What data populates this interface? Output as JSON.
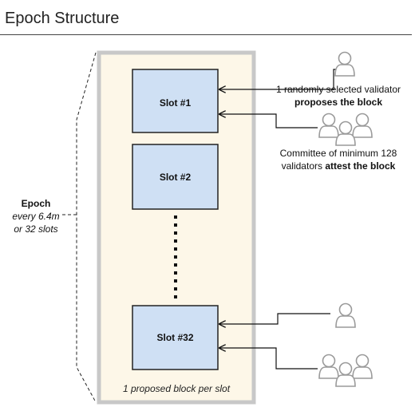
{
  "title": "Epoch Structure",
  "epoch": {
    "label": "Epoch",
    "period_line1": "every 6.4m",
    "period_line2": "or 32 slots"
  },
  "slots": [
    {
      "label": "Slot #1"
    },
    {
      "label": "Slot #2"
    },
    {
      "label": "Slot #32"
    }
  ],
  "proposer": {
    "line1": "1 randomly selected validator",
    "line2": "proposes the block"
  },
  "committee": {
    "line1": "Committee of minimum 128",
    "line2_plain": "validators ",
    "line2_bold": "attest the block"
  },
  "caption": "1 proposed block per slot",
  "colors": {
    "container_fill": "#fdf7e8",
    "container_border": "#c8c8c8",
    "slot_fill": "#cfe0f4",
    "slot_border": "#222222",
    "person_stroke": "#9a9a9a"
  },
  "icons": {
    "single_validator": "user-icon",
    "committee": "group-users-icon"
  }
}
